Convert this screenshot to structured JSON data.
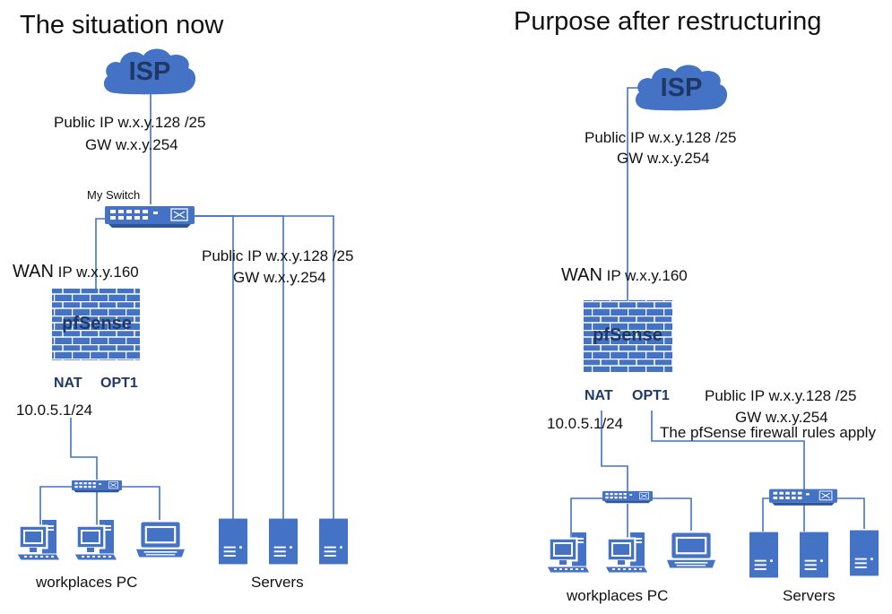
{
  "left": {
    "title": "The situation now",
    "cloud_label": "ISP",
    "isp_ip": "Public IP w.x.y.128 /25",
    "isp_gw": "GW w.x.y.254",
    "switch_label": "My Switch",
    "servers_ip": "Public IP w.x.y.128 /25",
    "servers_gw": "GW w.x.y.254",
    "wan_prefix": "WAN",
    "wan_ip": "IP w.x.y.160",
    "firewall_label": "pfSense",
    "port_nat": "NAT",
    "port_opt1": "OPT1",
    "lan_ip": "10.0.5.1/24",
    "pc_group_label": "workplaces PC",
    "servers_group_label": "Servers"
  },
  "right": {
    "title": "Purpose after restructuring",
    "cloud_label": "ISP",
    "isp_ip": "Public IP w.x.y.128 /25",
    "isp_gw": "GW w.x.y.254",
    "wan_prefix": "WAN",
    "wan_ip": "IP w.x.y.160",
    "firewall_label": "pfSense",
    "port_nat": "NAT",
    "port_opt1": "OPT1",
    "lan_ip": "10.0.5.1/24",
    "opt1_ip": "Public IP w.x.y.128 /25",
    "opt1_gw": "GW w.x.y.254",
    "opt1_note": "The pfSense firewall rules apply",
    "pc_group_label": "workplaces PC",
    "servers_group_label": "Servers"
  },
  "colors": {
    "icon_blue": "#4472c4",
    "line_blue": "#4472c4",
    "label_navy": "#1f3864",
    "brick_grout": "#ffffff"
  },
  "icons": [
    "cloud-icon",
    "switch-icon",
    "firewall-icon",
    "desktop-pc-icon",
    "laptop-icon",
    "server-icon"
  ]
}
